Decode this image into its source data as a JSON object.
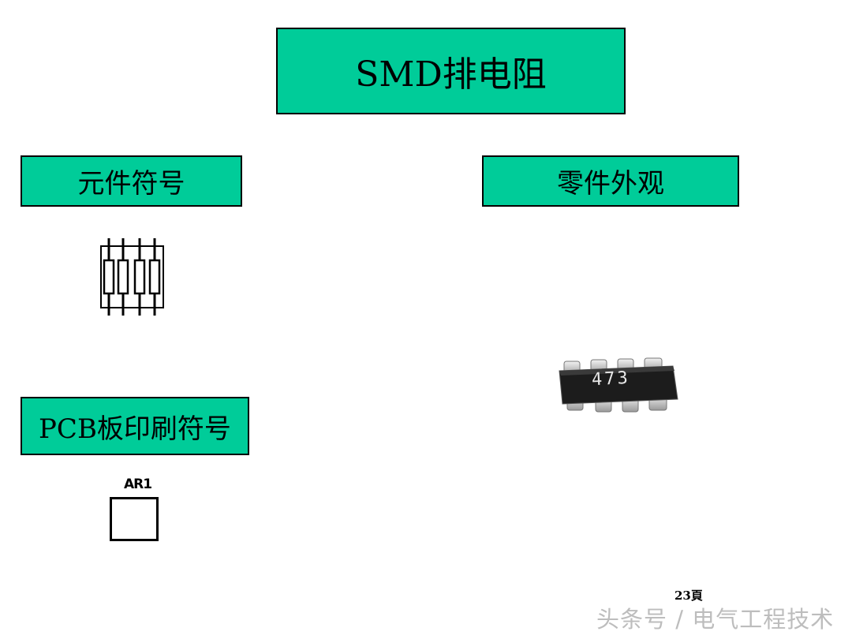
{
  "slide": {
    "title": "SMD排电阻",
    "symbol_label": "元件符号",
    "appearance_label": "零件外观",
    "pcb_label": "PCB板印刷符号",
    "chip_marking": "473",
    "pcb_designator": "AR1",
    "page_number": "23頁",
    "watermark": "头条号 / 电气工程技术"
  },
  "colors": {
    "box_fill": "#00cc99",
    "box_border": "#000000"
  }
}
